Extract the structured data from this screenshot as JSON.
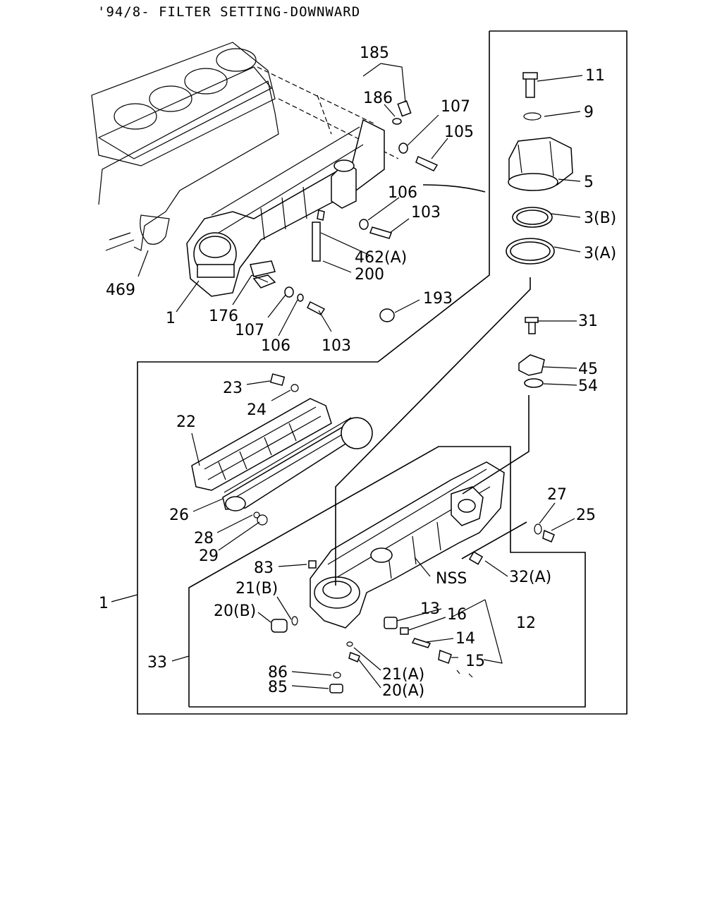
{
  "title": "'94/8- FILTER SETTING-DOWNWARD",
  "labels": {
    "l185": "185",
    "l186": "186",
    "l107a": "107",
    "l105": "105",
    "l106a": "106",
    "l103a": "103",
    "l462a": "462(A)",
    "l200": "200",
    "l193": "193",
    "l469": "469",
    "l1a": "1",
    "l176": "176",
    "l107b": "107",
    "l106b": "106",
    "l103b": "103",
    "l11": "11",
    "l9": "9",
    "l5": "5",
    "l3b": "3(B)",
    "l3a": "3(A)",
    "l31": "31",
    "l45": "45",
    "l54": "54",
    "l23": "23",
    "l24": "24",
    "l22": "22",
    "l26": "26",
    "l28": "28",
    "l29": "29",
    "l27": "27",
    "l25": "25",
    "l83": "83",
    "l21b": "21(B)",
    "l20b": "20(B)",
    "lnss": "NSS",
    "l32a": "32(A)",
    "l13": "13",
    "l16": "16",
    "l12": "12",
    "l14": "14",
    "l15": "15",
    "l1b": "1",
    "l33": "33",
    "l86": "86",
    "l85": "85",
    "l21a": "21(A)",
    "l20a": "20(A)"
  }
}
